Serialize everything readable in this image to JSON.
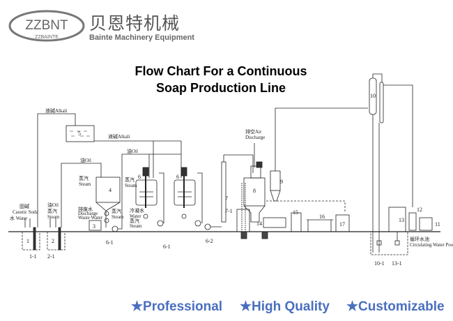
{
  "brand": {
    "logo_text": "ZZBNT",
    "logo_subtext": "ZZBAINTE",
    "name_cn": "贝恩特机械",
    "name_en": "Bainte Machinery Equipment"
  },
  "title": {
    "line1": "Flow Chart For a Continuous",
    "line2": "Soap Production Line"
  },
  "labels": {
    "caustic_cn": "固碱",
    "caustic_en": "Caustic Soda",
    "water": "水 Water",
    "oil_left": "油Oil",
    "steam_cn_left": "蒸汽",
    "steam_left": "Steam",
    "alkali_top": "液碱Alkali",
    "alkali_mid": "液碱Alkali",
    "oil_tank4": "油Oil",
    "oil_reactor": "油Oil",
    "steam_tank4_cn": "蒸汽",
    "steam_tank4": "Steam",
    "waste_cn": "排废水",
    "waste_en1": "Discharge",
    "waste_en2": "Waste Water",
    "steam_pump_cn": "蒸汽",
    "steam_pump": "Steam",
    "steam_r_cn": "蒸汽",
    "steam_r": "Steam",
    "cool_cn": "冷凝水",
    "cool_en": "Water",
    "steam_r2_cn": "蒸汽",
    "steam_r2": "Steam",
    "air_cn": "排空Air",
    "air_en": "Discharge",
    "pool_cn": "循环水池",
    "pool_en": "Circulating Water Pool"
  },
  "numbers": {
    "n1_1": "1-1",
    "n1": "1",
    "n2": "2",
    "n2_1": "2-1",
    "n3": "3",
    "n4": "4",
    "n5": "5",
    "n6a": "6",
    "n6b": "6",
    "n6_1a": "6-1",
    "n6_1b": "6-1",
    "n6_2": "6-2",
    "n7": "7",
    "n7_1": "7-1",
    "n8": "8",
    "n9": "9",
    "n10": "10",
    "n10_1": "10-1",
    "n11": "11",
    "n12": "12",
    "n13": "13",
    "n13_1": "13-1",
    "n14": "14",
    "n15": "15",
    "n16": "16",
    "n17": "17"
  },
  "features": [
    "★Professional",
    "★High Quality",
    "★Customizable"
  ],
  "colors": {
    "feature": "#4a6fbf",
    "brand_gray": "#666666"
  }
}
